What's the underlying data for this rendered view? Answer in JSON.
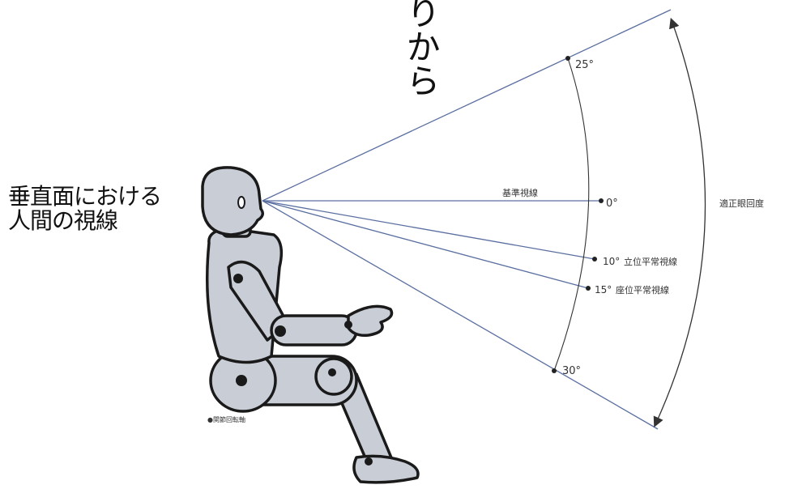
{
  "title_vertical": "りから",
  "caption": {
    "line1": "垂直面における",
    "line2": "人間の視線"
  },
  "labels": {
    "reference_line": "基準視線",
    "standing_line": "立位平常視線",
    "seated_line": "座位平常視線",
    "range": "適正眼回度",
    "joints": "●関節回転軸"
  },
  "angles": {
    "a25": "25°",
    "a0": "0°",
    "a10": "10°",
    "a15": "15°",
    "a30": "30°"
  },
  "colors": {
    "line": "#5a6fa0",
    "figure_fill": "#c9cdd6",
    "figure_stroke": "#1a1a1a"
  }
}
